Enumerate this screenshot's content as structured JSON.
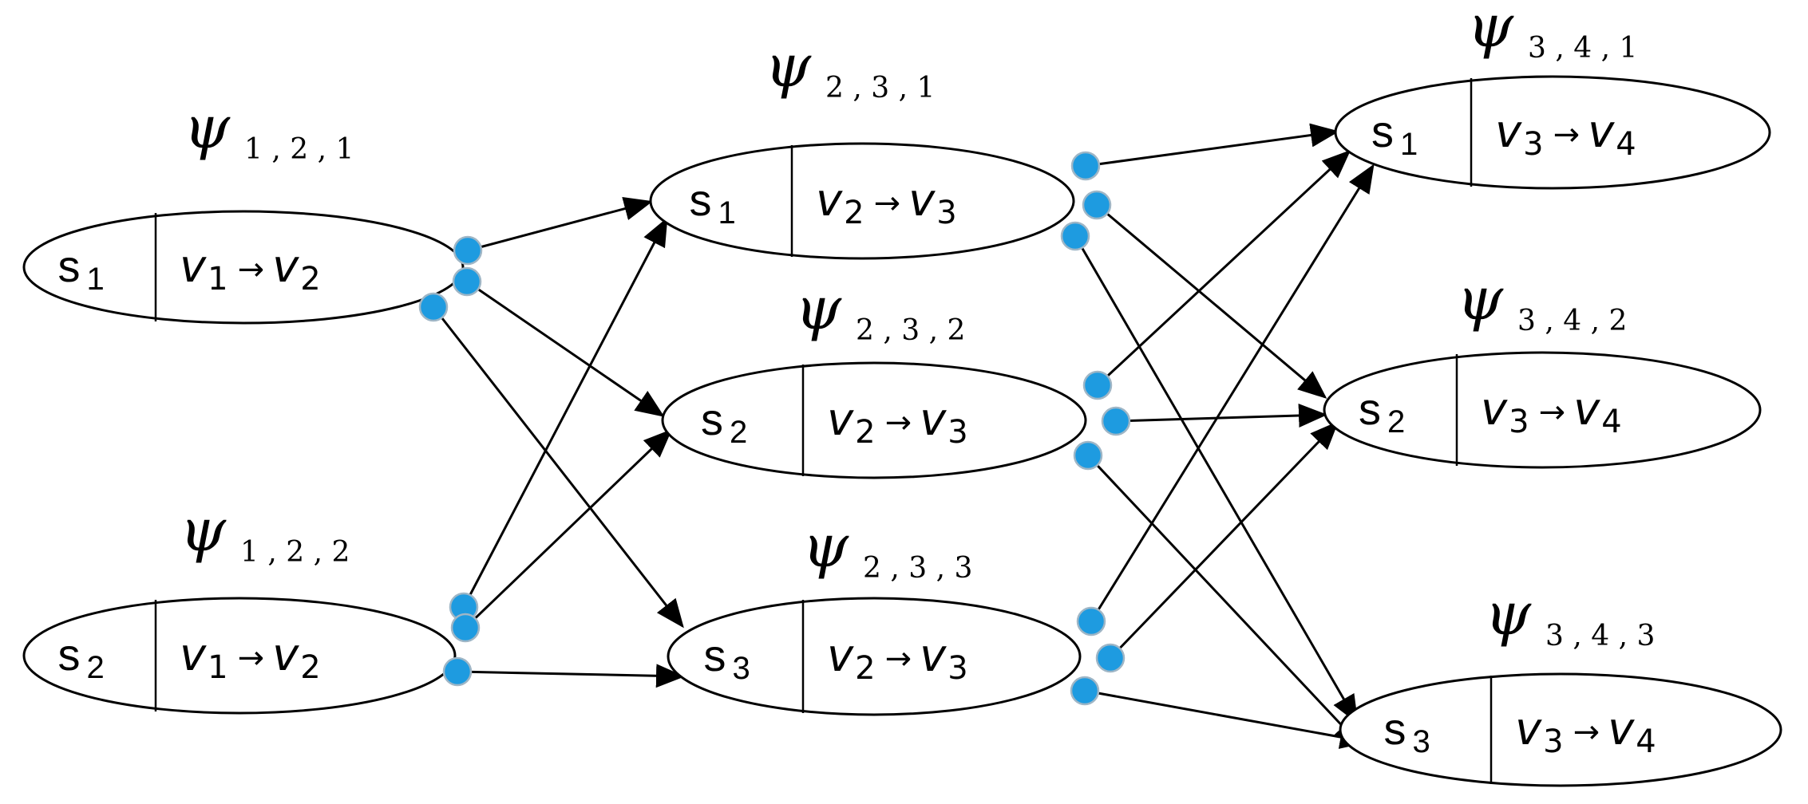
{
  "diagram": {
    "type": "state transition network",
    "nodes": [
      {
        "id": "n121",
        "psi": "ψ",
        "psi_sub": "1 , 2 , 1",
        "state": "s",
        "state_sub": "1",
        "from": "v",
        "from_sub": "1",
        "arrow": "→",
        "to": "v",
        "to_sub": "2"
      },
      {
        "id": "n122",
        "psi": "ψ",
        "psi_sub": "1 , 2 , 2",
        "state": "s",
        "state_sub": "2",
        "from": "v",
        "from_sub": "1",
        "arrow": "→",
        "to": "v",
        "to_sub": "2"
      },
      {
        "id": "n231",
        "psi": "ψ",
        "psi_sub": "2 , 3 , 1",
        "state": "s",
        "state_sub": "1",
        "from": "v",
        "from_sub": "2",
        "arrow": "→",
        "to": "v",
        "to_sub": "3"
      },
      {
        "id": "n232",
        "psi": "ψ",
        "psi_sub": "2 , 3 , 2",
        "state": "s",
        "state_sub": "2",
        "from": "v",
        "from_sub": "2",
        "arrow": "→",
        "to": "v",
        "to_sub": "3"
      },
      {
        "id": "n233",
        "psi": "ψ",
        "psi_sub": "2 , 3 , 3",
        "state": "s",
        "state_sub": "3",
        "from": "v",
        "from_sub": "2",
        "arrow": "→",
        "to": "v",
        "to_sub": "3"
      },
      {
        "id": "n341",
        "psi": "ψ",
        "psi_sub": "3 , 4 , 1",
        "state": "s",
        "state_sub": "1",
        "from": "v",
        "from_sub": "3",
        "arrow": "→",
        "to": "v",
        "to_sub": "4"
      },
      {
        "id": "n342",
        "psi": "ψ",
        "psi_sub": "3 , 4 , 2",
        "state": "s",
        "state_sub": "2",
        "from": "v",
        "from_sub": "3",
        "arrow": "→",
        "to": "v",
        "to_sub": "4"
      },
      {
        "id": "n343",
        "psi": "ψ",
        "psi_sub": "3 , 4 , 3",
        "state": "s",
        "state_sub": "3",
        "from": "v",
        "from_sub": "3",
        "arrow": "→",
        "to": "v",
        "to_sub": "4"
      }
    ],
    "edges": [
      {
        "from": "n121",
        "to": "n231"
      },
      {
        "from": "n121",
        "to": "n232"
      },
      {
        "from": "n121",
        "to": "n233"
      },
      {
        "from": "n122",
        "to": "n231"
      },
      {
        "from": "n122",
        "to": "n232"
      },
      {
        "from": "n122",
        "to": "n233"
      },
      {
        "from": "n231",
        "to": "n341"
      },
      {
        "from": "n231",
        "to": "n342"
      },
      {
        "from": "n231",
        "to": "n343"
      },
      {
        "from": "n232",
        "to": "n341"
      },
      {
        "from": "n232",
        "to": "n342"
      },
      {
        "from": "n232",
        "to": "n343"
      },
      {
        "from": "n233",
        "to": "n341"
      },
      {
        "from": "n233",
        "to": "n342"
      },
      {
        "from": "n233",
        "to": "n343"
      }
    ],
    "colors": {
      "port": "#1e9be0",
      "stroke": "#000000",
      "background": "#ffffff"
    }
  }
}
